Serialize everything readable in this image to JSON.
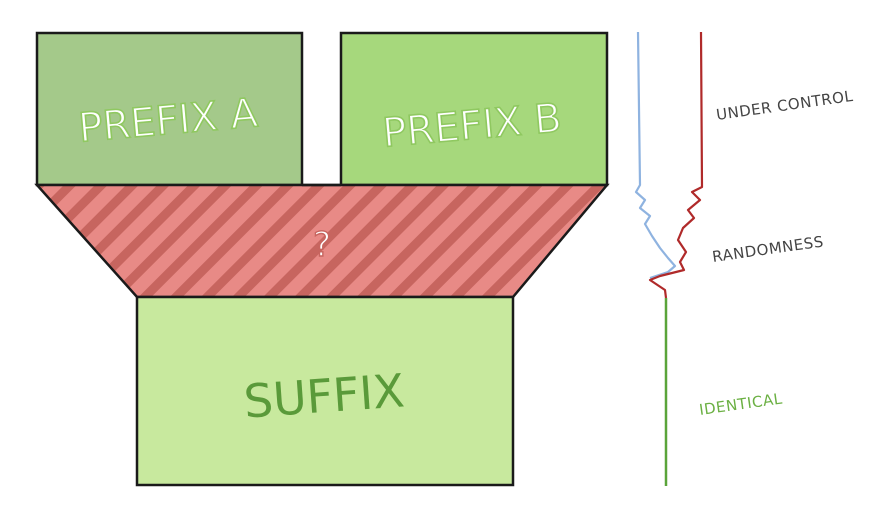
{
  "boxes": {
    "prefix_a": {
      "label": "PREFIX A",
      "fill": "#a4c98a"
    },
    "prefix_b": {
      "label": "PREFIX B",
      "fill": "#a6d87c"
    },
    "collision": {
      "label": "?",
      "fill": "#e88a86",
      "stripe": "#c7655f"
    },
    "suffix": {
      "label": "SUFFIX",
      "fill": "#c8e99e",
      "text_color": "#5a9a3a"
    }
  },
  "legend": {
    "under_control": {
      "label": "UNDER CONTROL",
      "color": "#444444"
    },
    "randomness": {
      "label": "RANDOMNESS",
      "color": "#444444"
    },
    "identical": {
      "label": "IDENTICAL",
      "color": "#6bb043"
    }
  },
  "lines": {
    "a_color": "#8fb3e0",
    "b_color": "#b02a2a",
    "identical_color": "#5aa43a"
  },
  "colors": {
    "outline": "#1a1a1a",
    "outlined_text_fill": "#ffffff",
    "outlined_text_stroke": "#8fc860"
  }
}
